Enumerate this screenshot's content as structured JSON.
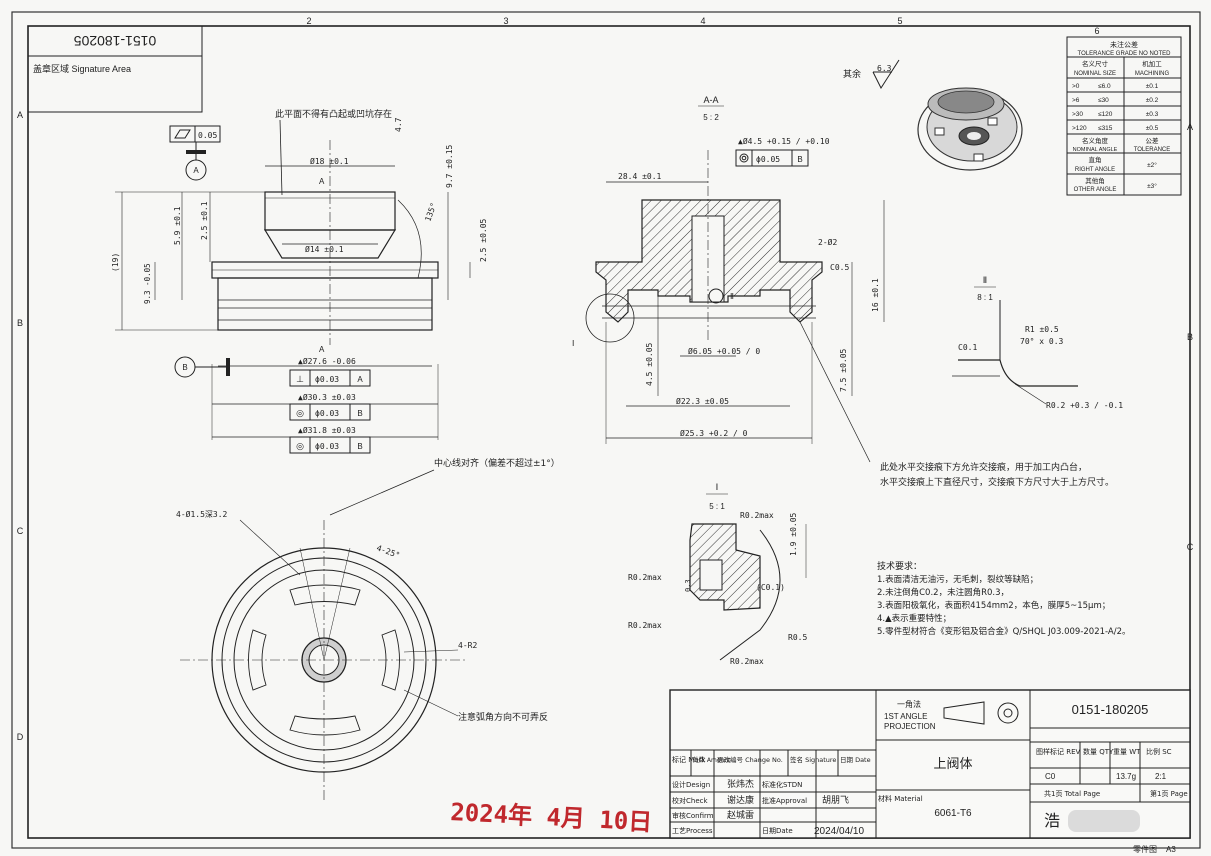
{
  "drawing_number": "0151-180205",
  "signature_area": "盖章区域 Signature Area",
  "zone_columns": [
    "2",
    "3",
    "4",
    "5",
    "6"
  ],
  "zone_rows": [
    "A",
    "B",
    "C",
    "D"
  ],
  "tolerance_table": {
    "title_cn": "未注公差",
    "title_en": "TOLERANCE GRADE NO NOTED",
    "col1_cn": "名义尺寸",
    "col1_en": "NOMINAL SIZE",
    "col2_cn": "机加工",
    "col2_en": "MACHINING",
    "rows": [
      [
        ">0",
        "≤6.0",
        "±0.1"
      ],
      [
        ">6",
        "≤30",
        "±0.2"
      ],
      [
        ">30",
        "≤120",
        "±0.3"
      ],
      [
        ">120",
        "≤315",
        "±0.5"
      ]
    ],
    "angle_cn": "名义角度",
    "angle_en": "NOMINAL ANGLE",
    "angtol_cn": "公差",
    "angtol_en": "TOLERANCE",
    "right_cn": "直角",
    "right_en": "RIGHT ANGLE",
    "right_val": "±2°",
    "other_cn": "其他角",
    "other_en": "OTHER ANGLE",
    "other_val": "±3°"
  },
  "surface_note": "其余",
  "surface_value": "6.3",
  "section_label": "A-A",
  "section_scale": "5 : 2",
  "detail2_label": "Ⅱ",
  "detail2_scale": "8 : 1",
  "detail1_label": "Ⅰ",
  "detail1_scale": "5 : 1",
  "front_view": {
    "note_top": "此平面不得有凸起或凹坑存在",
    "dims": [
      "Ø18 ±0.1",
      "Ø14 ±0.1",
      "4.7",
      "9.7 ±0.15",
      "135°",
      "2.5 ±0.05",
      "5.9 ±0.1",
      "2.5 ±0.1",
      "(19)",
      "9.3 -0.05",
      "A",
      "A",
      "B"
    ],
    "datum_flat": "0.05",
    "fcf": [
      {
        "dim": "▲Ø27.6 -0.06",
        "sym": "⊥",
        "tol": "ϕ0.03",
        "datum": "A"
      },
      {
        "dim": "▲Ø30.3 ±0.03",
        "sym": "◎",
        "tol": "ϕ0.03",
        "datum": "B"
      },
      {
        "dim": "▲Ø31.8 ±0.03",
        "sym": "◎",
        "tol": "ϕ0.03",
        "datum": "B"
      }
    ],
    "center_note": "中心线对齐（偏差不超过±1°）"
  },
  "section_view": {
    "dims": [
      "▲Ø4.5 +0.15 / +0.10",
      "28.4 ±0.1",
      "2-Ø2",
      "C0.5",
      "16 ±0.1",
      "4.5 ±0.05",
      "Ø6.05 +0.05 / 0",
      "7.5 ±0.05",
      "Ø22.3 ±0.05",
      "Ø25.3 +0.2 / 0",
      "Ⅰ",
      "Ⅱ"
    ],
    "fcf_tol": "ϕ0.05",
    "fcf_datum": "B",
    "note_line1": "此处水平交接痕下方允许交接痕，用于加工内凸台，",
    "note_line2": "水平交接痕上下直径尺寸，交接痕下方尺寸大于上方尺寸。"
  },
  "detail2": {
    "r1": "R1 ±0.5",
    "chamfer": "70° x 0.3",
    "c": "C0.1",
    "r2": "R0.2 +0.3 / -0.1"
  },
  "detail1": {
    "dims": [
      "R0.2max",
      "R0.2max",
      "R0.2max",
      "R0.2max",
      "1.9 ±0.05",
      "(C0.1)",
      "R0.5",
      "0.3"
    ]
  },
  "bottom_view": {
    "holes": "4-Ø1.5深3.2",
    "angle": "4-25°",
    "radius": "4-R2",
    "note": "注意弧角方向不可弄反"
  },
  "tech_req": {
    "title": "技术要求：",
    "lines": [
      "1.表面清洁无油污，无毛刺，裂纹等缺陷；",
      "2.未注倒角C0.2，未注圆角R0.3，",
      "3.表面阳极氧化，表面积4154mm2，本色，膜厚5~15μm；",
      "4.▲表示重要特性；",
      "5.零件型材符合《变形铝及铝合金》Q/SHQL J03.009-2021-A/2。"
    ]
  },
  "title_block": {
    "projection_cn": "一角法",
    "projection_en1": "1ST ANGLE",
    "projection_en2": "PROJECTION",
    "drawing_no": "0151-180205",
    "part_name": "上阀体",
    "material_label": "材料 Material",
    "material": "6061-T6",
    "hdr_mark": "标记 Mark",
    "hdr_amount": "处数 Amount",
    "hdr_change": "更改编号 Change No.",
    "hdr_sign": "签名 Signature",
    "hdr_date": "日期 Date",
    "design_label": "设计Design",
    "design_name": "张炜杰",
    "check_label": "校对Check",
    "check_name": "谢达康",
    "confirm_label": "审核Confirm",
    "confirm_name": "赵城雷",
    "process_label": "工艺Process",
    "std_label": "标准化STDN",
    "approval_label": "批准Approval",
    "approval_name": "胡朋飞",
    "date_label": "日期Date",
    "date": "2024/04/10",
    "rev_hdr": "图样标记 REV",
    "qty_hdr": "数量 QTY",
    "wt_hdr": "重量 WT",
    "sc_hdr": "比例 SC",
    "rev": "C0",
    "wt": "13.7g",
    "sc": "2:1",
    "total_pages": "共1页 Total Page",
    "page": "第1页 Page",
    "company_partial": "浩",
    "part_drawing": "零件图",
    "sheet": "A3"
  },
  "stamp_date": "2024年 4月 10日",
  "colors": {
    "ink": "#222222",
    "paper": "#f7f7f5",
    "stamp": "#c0282d"
  }
}
